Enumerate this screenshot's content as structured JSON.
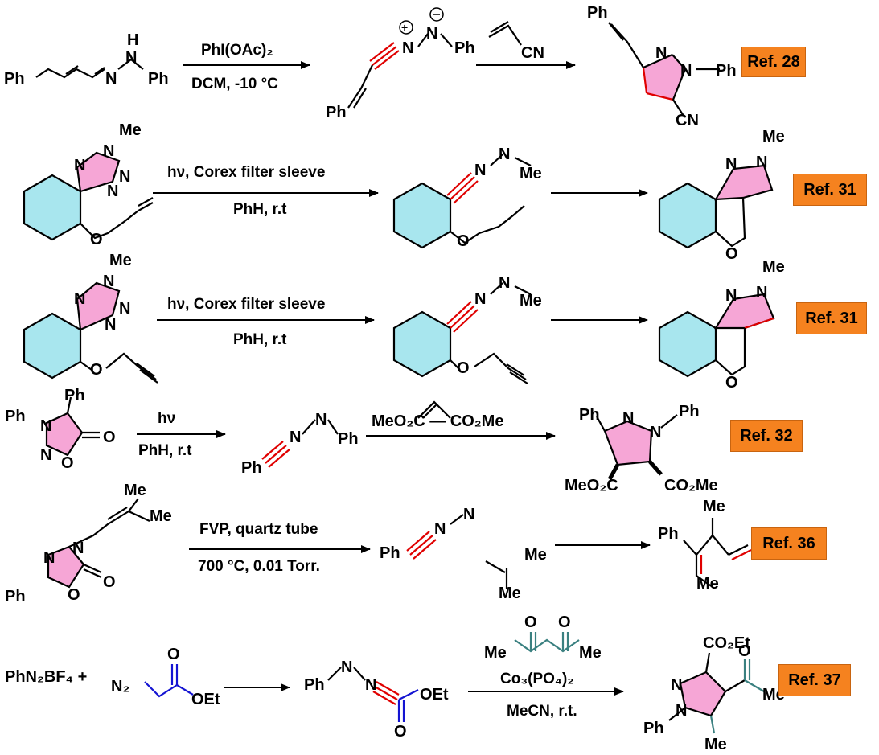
{
  "colors": {
    "bond": "#000000",
    "triple_bond": "#e00000",
    "ring_fill_pink": "#f6a6d6",
    "ring_fill_cyan": "#a8e6ee",
    "reagent_blue": "#1414d2",
    "reagent_teal": "#3a8080",
    "ref_box": "#f5821f"
  },
  "reactions": [
    {
      "conditions_above": "PhI(OAc)₂",
      "conditions_below": "DCM, -10 °C",
      "second_reagent": "CN",
      "reference": "Ref. 28"
    },
    {
      "conditions_above": "hν, Corex filter sleeve",
      "conditions_below": "PhH, r.t",
      "reference": "Ref. 31"
    },
    {
      "conditions_above": "hν, Corex filter sleeve",
      "conditions_below": "PhH, r.t",
      "reference": "Ref. 31"
    },
    {
      "conditions_above": "hν",
      "conditions_below": "PhH, r.t",
      "reagent": "MeO₂C — CO₂Me",
      "reference": "Ref. 32"
    },
    {
      "conditions_above": "FVP,  quartz tube",
      "conditions_below": "700 °C, 0.01 Torr.",
      "reference": "Ref. 36"
    },
    {
      "start_material": "PhN₂BF₄ +",
      "conditions_above": "Co₃(PO₄)₂",
      "conditions_below": "MeCN, r.t.",
      "reference": "Ref. 37"
    }
  ]
}
